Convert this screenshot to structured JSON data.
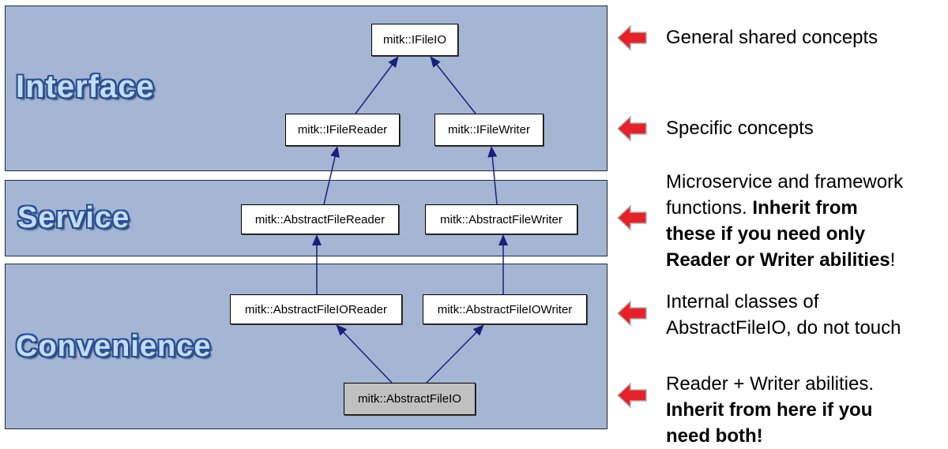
{
  "layers": {
    "interface": "Interface",
    "service": "Service",
    "convenience": "Convenience"
  },
  "nodes": {
    "ifileio": "mitk::IFileIO",
    "ifilereader": "mitk::IFileReader",
    "ifilewriter": "mitk::IFileWriter",
    "abstractfilereader": "mitk::AbstractFileReader",
    "abstractfilewriter": "mitk::AbstractFileWriter",
    "abstractfileioreader": "mitk::AbstractFileIOReader",
    "abstractfileiowriter": "mitk::AbstractFileIOWriter",
    "abstractfileio": "mitk::AbstractFileIO"
  },
  "notes": {
    "general": "General shared concepts",
    "specific": "Specific concepts",
    "microservice": {
      "line1": "Microservice and framework",
      "line2_plain": "functions. ",
      "line2_bold": "Inherit from",
      "line3_bold": "these if you need only",
      "line4_bold": "Reader or Writer abilities",
      "line4_plain": "!"
    },
    "internal": {
      "line1": "Internal classes of",
      "line2": "AbstractFileIO, do not touch"
    },
    "readerwriter": {
      "line1": "Reader + Writer abilities.",
      "line2_bold": "Inherit from here if you",
      "line3_bold": "need both!"
    }
  },
  "colors": {
    "band_fill": "#a4b6d4",
    "edge": "#1a1f7a",
    "arrow_red": "#e8202a"
  },
  "icons": [
    "left-arrow-icon"
  ]
}
